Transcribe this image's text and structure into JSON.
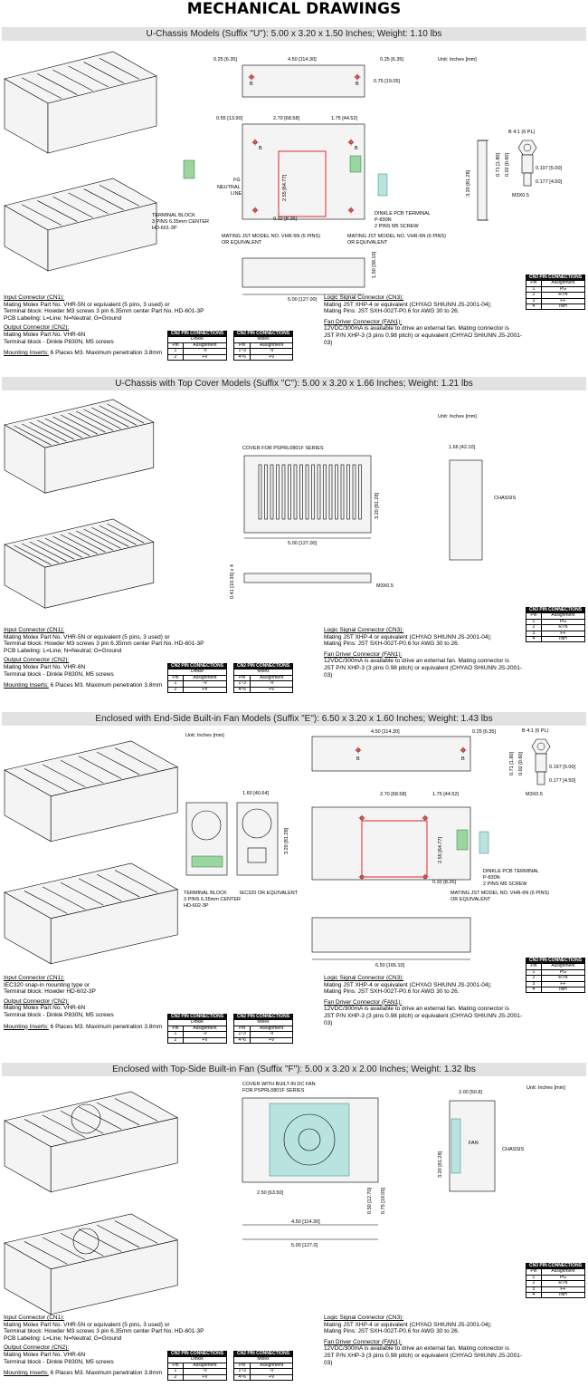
{
  "page_title": "MECHANICAL DRAWINGS",
  "unit_label": "Unit: Inches [mm]",
  "sections": [
    {
      "heading": "U-Chassis Models (Suffix \"U\"): 5.00 x 3.20 x 1.50 Inches; Weight: 1.10 lbs",
      "dims": [
        "0.25 [6.35]",
        "4.50 [114.30]",
        "0.25 [6.35]",
        "0.75 [19.05]",
        "0.55 [13.90]",
        "2.70 [68.58]",
        "1.75 [44.52]",
        "2.55 [64.77]",
        "0.32 [8.26]",
        "3.20 [81.28]",
        "1.50 [38.10]",
        "5.00 [127.00]",
        "0.71 [1.80]",
        "0.02 [0.60]",
        "0.197 [5.00]",
        "0.177 [4.50]"
      ],
      "labels": [
        "FG",
        "NEUTRAL",
        "LINE",
        "TERMINAL BLOCK",
        "3 PINS 6.35mm CENTER",
        "HD-601-3P",
        "MATING JST MODEL NO. VHR-5N (5 PINS)",
        "OR EQUIVALENT",
        "DINKLE PCB TERMINAL",
        "P-830N",
        "2 PINS M5 SCREW",
        "MATING JST MODEL NO. VHR-6N (6 PINS)",
        "OR EQUIVALENT",
        "B 4:1 (6 PL)",
        "M3X0.5"
      ],
      "input_h": "Input Connector (CN1):",
      "input": [
        "Mating Molex Part No. VHR-5N or equivalent (5 pins, 3 used) or",
        "Terminal block: Howder M3 screws 3 pin 6.35mm center Part No. HD-601-3P",
        "PCB Labeling: L=Line; N=Neutral; G=Ground"
      ],
      "output_h": "Output Connector (CN2):",
      "output": [
        "Mating Molex Part No. VHR-6N",
        "Terminal block - Dinkle P830N, M5 screws"
      ],
      "mount_h": "Mounting Inserts:",
      "mount": "6 Places M3. Maximum penetration 3.8mm",
      "logic_h": "Logic Signal Connector (CN3):",
      "logic": [
        "Mating JST XHP-4 or equivalent (CHYAO SHIUNN JS-2001-04);",
        "Mating Pins: JST SXH-002T-P0.6 for AWG 30 to 26."
      ],
      "fan_h": "Fan Driver Connector (FAN1):",
      "fan": [
        "12VDC/300mA is available to drive an external fan. Mating connector is",
        "JST P/N XHP-3 (3 pins 0.98 pitch) or equivalent (CHYAO SHIUNN JS-2001-03)"
      ]
    },
    {
      "heading": "U-Chassis with Top Cover Models (Suffix \"C\"): 5.00 x 3.20 x 1.66 Inches; Weight: 1.21 lbs",
      "dims": [
        "1.66 [42.10]",
        "3.20 [81.28]",
        "5.00 [127.00]",
        "0.41 [10.35] x 4"
      ],
      "labels": [
        "COVER FOR PSPRL0801F SERIES",
        "CHASSIS",
        "M3X0.5"
      ],
      "input_h": "Input Connector (CN1):",
      "input": [
        "Mating Molex Part No. VHR-5N or equivalent (5 pins, 3 used) or",
        "Terminal block: Howder M3 screws 3 pin 6.35mm center Part No. HD-601-3P",
        "PCB Labeling: L=Line; N=Neutral; G=Ground"
      ],
      "output_h": "Output Connector (CN2):",
      "output": [
        "Mating Molex Part No. VHR-6N",
        "Terminal block - Dinkle P830N, M5 screws"
      ],
      "mount_h": "Mounting Inserts:",
      "mount": "6 Places M3. Maximum penetration 3.8mm",
      "logic_h": "Logic Signal Connector (CN3):",
      "logic": [
        "Mating JST XHP-4 or equivalent (CHYAO SHIUNN JS-2001-04);",
        "Mating Pins: JST SXH-002T-P0.6 for AWG 30 to 26."
      ],
      "fan_h": "Fan Driver Connector (FAN1):",
      "fan": [
        "12VDC/300mA is available to drive an external fan. Mating connector is",
        "JST P/N XHP-3 (3 pins 0.98 pitch) or equivalent (CHYAO SHIUNN JS-2001-03)"
      ]
    },
    {
      "heading": "Enclosed with End-Side Built-in Fan Models (Suffix \"E\"): 6.50 x 3.20 x 1.60 Inches; Weight: 1.43 lbs",
      "dims": [
        "4.50 [114.30]",
        "0.25 [6.35]",
        "1.60 [40.64]",
        "3.20 [81.28]",
        "2.70 [68.58]",
        "1.75 [44.52]",
        "2.55 [64.77]",
        "0.32 [8.26]",
        "6.50 [165.10]",
        "0.71 [1.80]",
        "0.02 [0.60]",
        "0.197 [5.00]",
        "0.177 [4.50]"
      ],
      "labels": [
        "TERMINAL BLOCK",
        "3 PINS 6.35mm CENTER",
        "HD-602-3P",
        "IEC320 OR EQUIVALENT",
        "DINKLE PCB TERMINAL",
        "P-830N",
        "2 PINS M5 SCREW",
        "MATING JST MODEL NO. VHR-6N (6 PINS)",
        "OR EQUIVALENT",
        "B 4:1 (6 PL)",
        "M3X0.5"
      ],
      "input_h": "Input Connector (CN1):",
      "input": [
        "IEC320 snap-in mounting type or",
        "Terminal block: Howder HD-602-3P"
      ],
      "output_h": "Output Connector (CN2):",
      "output": [
        "Mating Molex Part No. VHR-6N",
        "Terminal block - Dinkle P830N, M5 screws"
      ],
      "mount_h": "Mounting Inserts:",
      "mount": "6 Places M3. Maximum penetration 3.8mm",
      "logic_h": "Logic Signal Connector (CN3):",
      "logic": [
        "Mating JST XHP-4 or equivalent (CHYAO SHIUNN JS-2001-04);",
        "Mating Pins: JST SXH-002T-P0.6 for AWG 30 to 26."
      ],
      "fan_h": "Fan Driver Connector (FAN1):",
      "fan": [
        "12VDC/300mA is available to drive an external fan. Mating connector is",
        "JST P/N XHP-3 (3 pins 0.98 pitch) or equivalent (CHYAO SHIUNN JS-2001-03)"
      ]
    },
    {
      "heading": "Enclosed with Top-Side Built-in Fan (Suffix \"F\"): 5.00 x 3.20 x 2.00 Inches; Weight: 1.32 lbs",
      "dims": [
        "2.00 [50.8]",
        "3.20 [81.28]",
        "2.50 [63.50]",
        "0.50 [12.70]",
        "0.75 [19.05]",
        "4.50 [114.30]",
        "5.00 [127.0]"
      ],
      "labels": [
        "COVER WITH BUILT-IN DC FAN",
        "FOR PSPRL0801F SERIES",
        "FAN",
        "CHASSIS"
      ],
      "input_h": "Input Connector (CN1):",
      "input": [
        "Mating Molex Part No. VHR-5N or equivalent (5 pins, 3 used) or",
        "Terminal block: Howder M3 screws 3 pin 6.35mm center Part No. HD-601-3P",
        "PCB Labeling: L=Line; N=Neutral; G=Ground"
      ],
      "output_h": "Output Connector (CN2):",
      "output": [
        "Mating Molex Part No. VHR-6N",
        "Terminal block - Dinkle P830N, M5 screws"
      ],
      "mount_h": "Mounting Inserts:",
      "mount": "6 Places M3. Maximum penetration 3.8mm",
      "logic_h": "Logic Signal Connector (CN3):",
      "logic": [
        "Mating JST XHP-4 or equivalent (CHYAO SHIUNN JS-2001-04);",
        "Mating Pins: JST SXH-002T-P0.6 for AWG 30 to 26."
      ],
      "fan_h": "Fan Driver Connector (FAN1):",
      "fan": [
        "12VDC/300mA is available to drive an external fan. Mating connector is",
        "JST P/N XHP-3 (3 pins 0.98 pitch) or equivalent (CHYAO SHIUNN JS-2001-03)"
      ]
    }
  ],
  "cn2_table": {
    "caption": "CN2 PIN CONNECTIONS",
    "dinkle": {
      "name": "Dinkle",
      "col_pin": "Pin",
      "col_assign": "Assignment",
      "rows": [
        [
          "1",
          "-V"
        ],
        [
          "2",
          "+V"
        ]
      ]
    },
    "molex": {
      "name": "Molex",
      "col_pin": "Pin",
      "col_assign": "Assignment",
      "rows": [
        [
          "1~3",
          "-V"
        ],
        [
          "4~6",
          "+V"
        ]
      ]
    }
  },
  "cn3_table": {
    "caption": "CN3 PIN CONNECTIONS",
    "col_pin": "Pin",
    "col_assign": "Assignment",
    "rows": [
      [
        "1",
        "PG"
      ],
      [
        "2",
        "RTN"
      ],
      [
        "3",
        "FF"
      ],
      [
        "4",
        "INH"
      ]
    ]
  },
  "pin_label_b": "B"
}
